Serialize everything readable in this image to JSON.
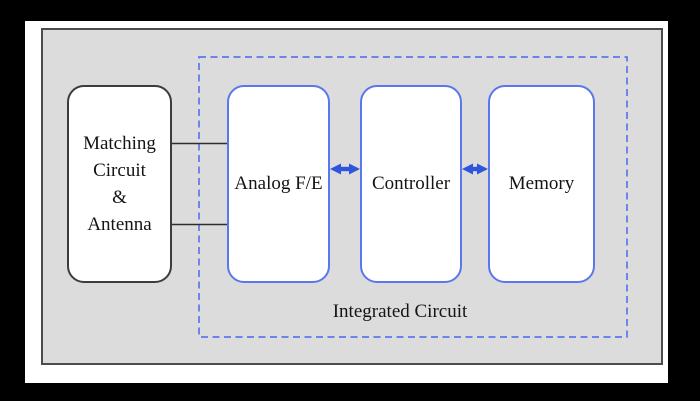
{
  "figure": {
    "colors": {
      "frame_background": "#000000",
      "page_background": "#ffffff",
      "panel_background": "#dcdcdc",
      "panel_border": "#4c4c4c",
      "block_border_dark": "#3c3c3c",
      "block_border_blue": "#5b77ec",
      "dashed_boundary_blue": "#5b77ec",
      "arrow_blue": "#2f55dd",
      "connector_line": "#2e2e2e",
      "text": "#141414"
    }
  },
  "blocks": {
    "matching": {
      "lines": [
        "Matching",
        "Circuit",
        "&",
        "Antenna"
      ]
    },
    "analog_fe": {
      "label": "Analog F/E"
    },
    "controller": {
      "label": "Controller"
    },
    "memory": {
      "label": "Memory"
    }
  },
  "labels": {
    "integrated_circuit": "Integrated Circuit"
  },
  "icons": {
    "bidirectional_arrow": "↔"
  }
}
